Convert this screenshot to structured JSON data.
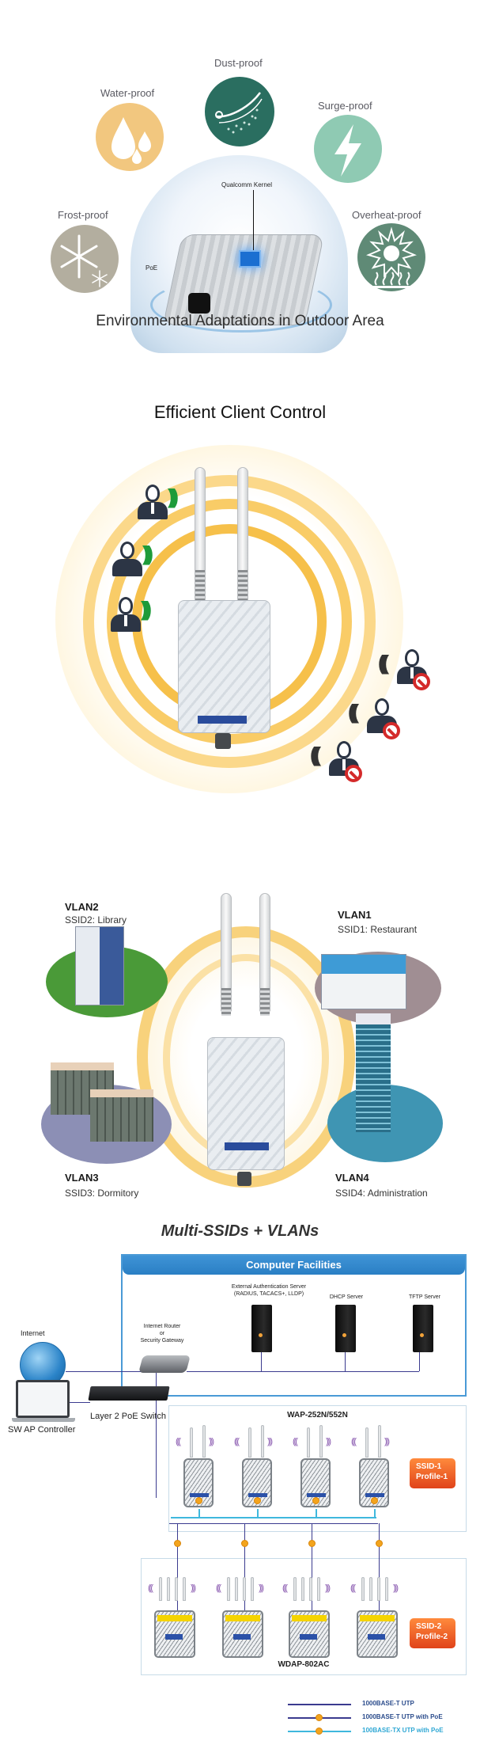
{
  "environment": {
    "title": "Environmental Adaptations in Outdoor Area",
    "center_labels": {
      "kernel": "Qualcomm Kernel",
      "poe": "PoE"
    },
    "features": [
      {
        "label": "Water-proof",
        "icon": "water-drops-icon",
        "color": "#f2c77f"
      },
      {
        "label": "Dust-proof",
        "icon": "dust-wind-icon",
        "color": "#2a6e60"
      },
      {
        "label": "Surge-proof",
        "icon": "lightning-bolt-icon",
        "color": "#8fcab3"
      },
      {
        "label": "Frost-proof",
        "icon": "snowflake-icon",
        "color": "#b3ae9f"
      },
      {
        "label": "Overheat-proof",
        "icon": "sun-heat-icon",
        "color": "#5f8a76"
      }
    ]
  },
  "client_control": {
    "title": "Efficient Client Control",
    "allowed_clients": [
      {
        "icon": "user-icon",
        "signal": "green-wifi-waves-icon"
      },
      {
        "icon": "user-icon",
        "signal": "green-wifi-waves-icon"
      },
      {
        "icon": "user-icon",
        "signal": "green-wifi-waves-icon"
      }
    ],
    "blocked_clients": [
      {
        "icon": "user-icon",
        "signal": "gray-wifi-waves-icon",
        "status": "blocked-icon"
      },
      {
        "icon": "user-icon",
        "signal": "gray-wifi-waves-icon",
        "status": "blocked-icon"
      },
      {
        "icon": "user-icon",
        "signal": "gray-wifi-waves-icon",
        "status": "blocked-icon"
      }
    ],
    "colors": {
      "ring": "#f7c04a",
      "allowed_signal": "#1e9b3a",
      "blocked": "#d42a2a"
    }
  },
  "multi_ssid": {
    "title": "Multi-SSIDs + VLANs",
    "vlans": [
      {
        "vlan": "VLAN2",
        "ssid": "SSID2: Library"
      },
      {
        "vlan": "VLAN1",
        "ssid": "SSID1: Restaurant"
      },
      {
        "vlan": "VLAN3",
        "ssid": "SSID3: Dormitory"
      },
      {
        "vlan": "VLAN4",
        "ssid": "SSID4: Administration"
      }
    ]
  },
  "topology": {
    "facilities_title": "Computer Facilities",
    "servers": [
      {
        "label_line1": "External Authentication Server",
        "label_line2": "(RADIUS, TACACS+, LLDP)"
      },
      {
        "label_line1": "DHCP Server",
        "label_line2": ""
      },
      {
        "label_line1": "TFTP Server",
        "label_line2": ""
      }
    ],
    "internet_label": "Internet",
    "router_label": [
      "Internet Router",
      "or",
      "Security Gateway"
    ],
    "group1_model": "WAP-252N/552N",
    "group1_badge": [
      "SSID-1",
      "Profile-1"
    ],
    "group2_model": "WDAP-802AC",
    "group2_badge": [
      "SSID-2",
      "Profile-2"
    ],
    "switch_label": "Layer 2 PoE Switch",
    "controller_label": "SW AP Controller",
    "legend": [
      {
        "label": "1000BASE-T UTP",
        "color": "#2b2b86",
        "poe": false
      },
      {
        "label": "1000BASE-T UTP with PoE",
        "color": "#2b2b86",
        "poe": true
      },
      {
        "label": "100BASE-TX UTP with PoE",
        "color": "#3fb8dd",
        "poe": true
      }
    ]
  }
}
